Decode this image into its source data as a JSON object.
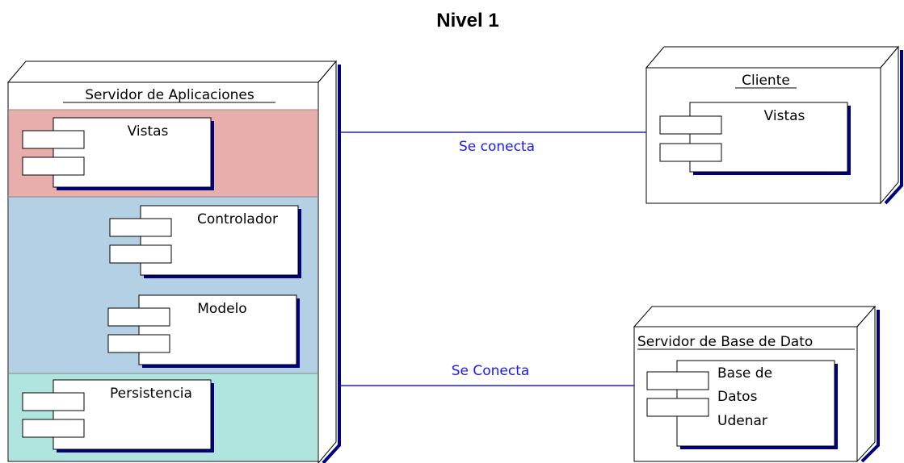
{
  "title": "Nivel 1",
  "nodes": {
    "app_server": {
      "name": "Servidor de Aplicaciones",
      "layer_colors": [
        "#e8aeac",
        "#b4d0e4",
        "#b0e4de"
      ],
      "components": [
        "Vistas",
        "Controlador",
        "Modelo",
        "Persistencia"
      ]
    },
    "client": {
      "name": "Cliente",
      "components": [
        "Vistas"
      ]
    },
    "db_server": {
      "name": "Servidor de Base de Dato",
      "component_lines": [
        "Base de",
        "Datos",
        "Udenar"
      ]
    }
  },
  "connections": [
    {
      "label": "Se conecta",
      "color": "#1a1aff"
    },
    {
      "label": "Se Conecta",
      "color": "#1a1aff"
    }
  ]
}
